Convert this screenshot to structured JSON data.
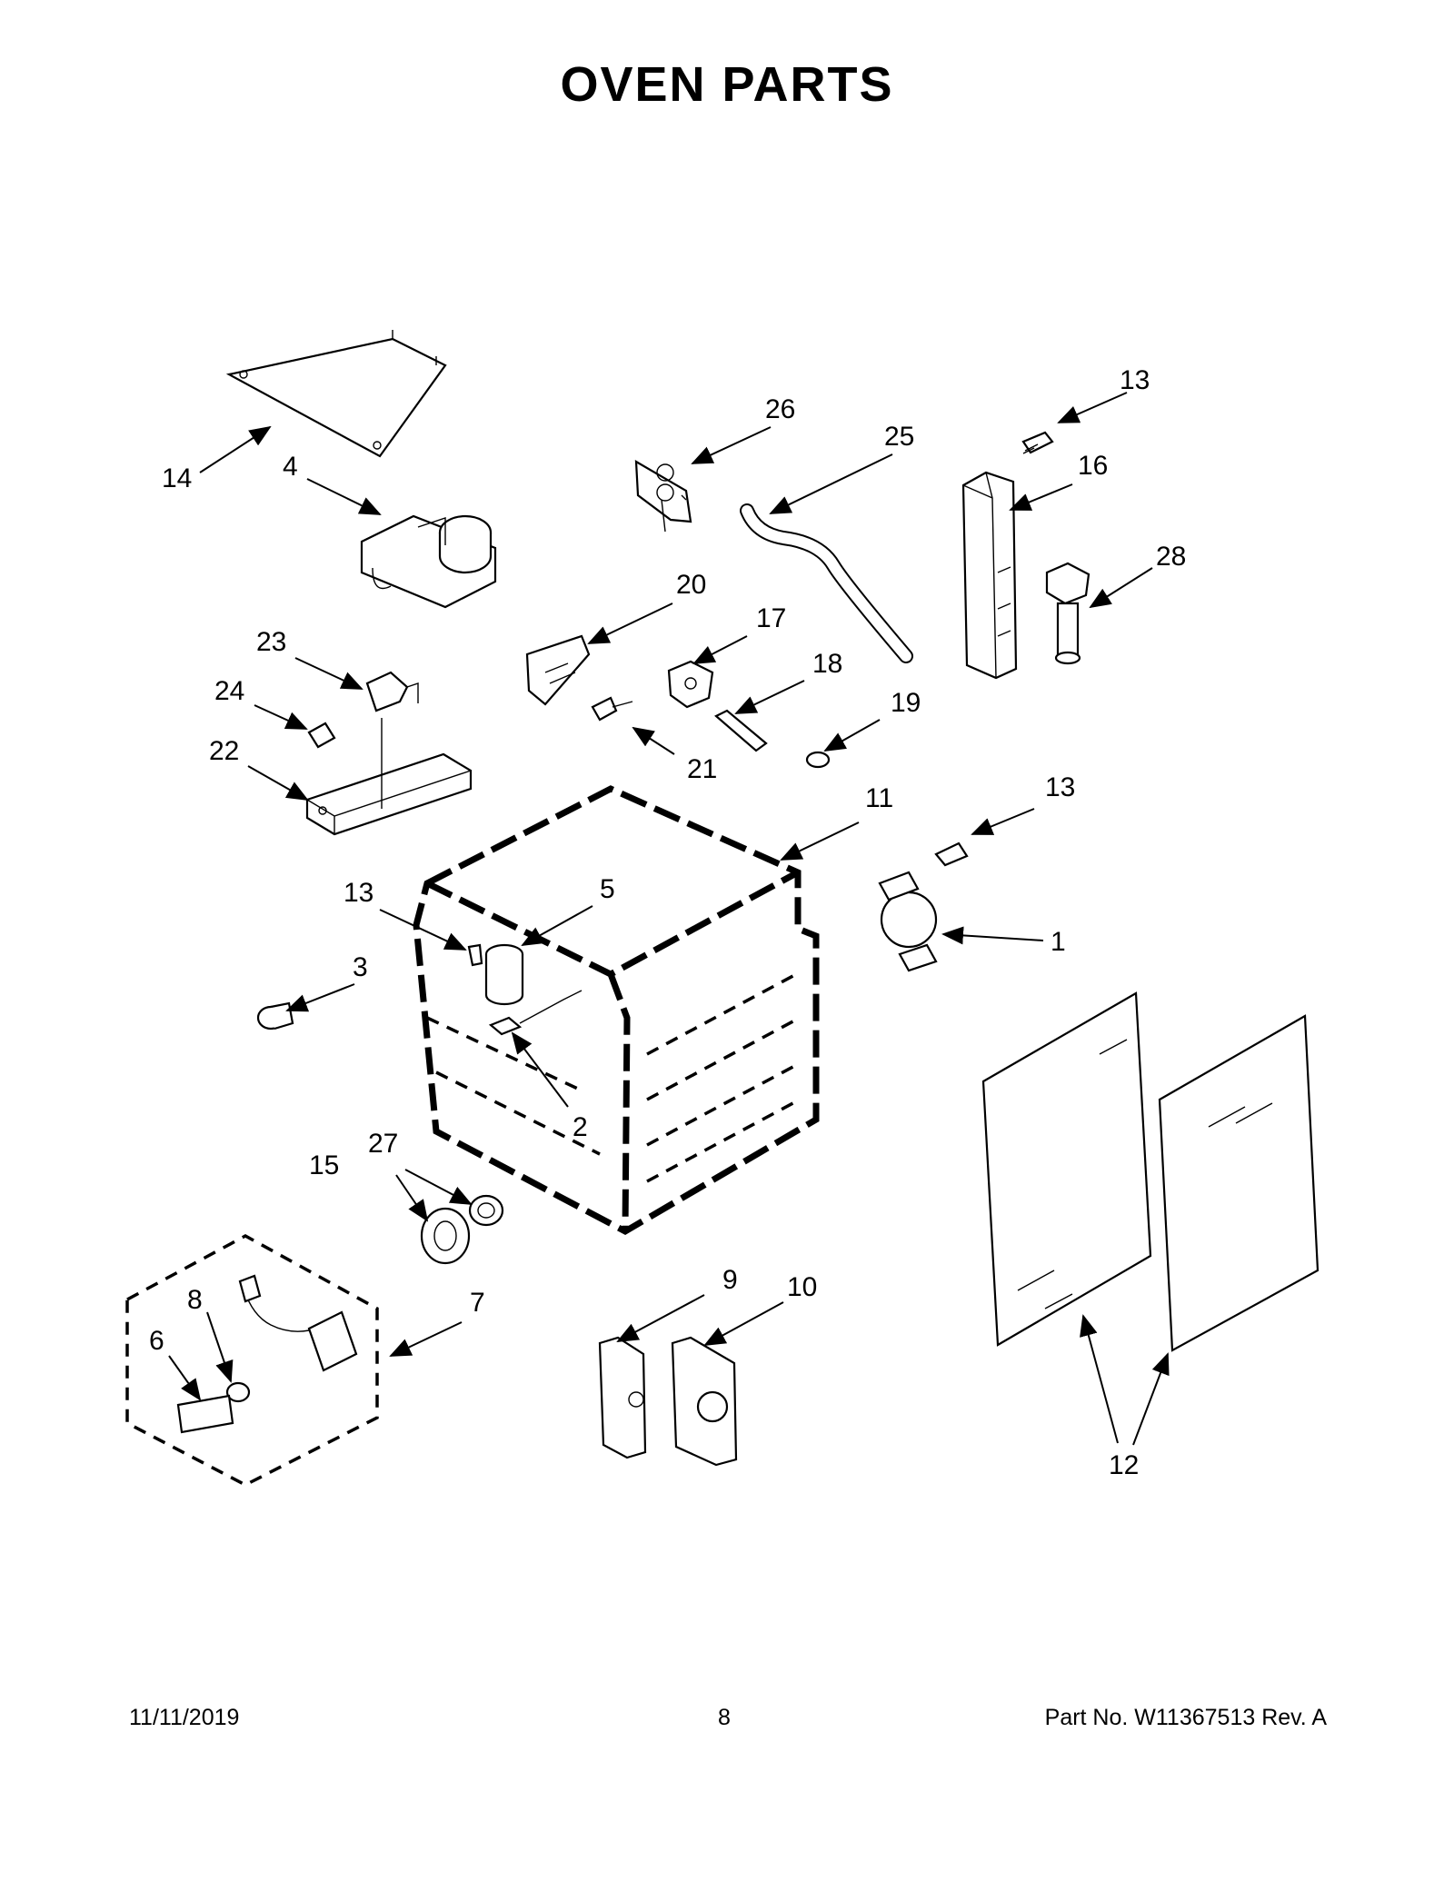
{
  "page": {
    "title": "OVEN PARTS",
    "footer": {
      "date": "11/11/2019",
      "page_number": "8",
      "part_number": "Part No.  W11367513  Rev.  A"
    }
  },
  "callouts": {
    "c1": "1",
    "c2": "2",
    "c3": "3",
    "c4": "4",
    "c5": "5",
    "c6": "6",
    "c7": "7",
    "c8": "8",
    "c9": "9",
    "c10": "10",
    "c11": "11",
    "c12": "12",
    "c13a": "13",
    "c13b": "13",
    "c13c": "13",
    "c14": "14",
    "c15": "15",
    "c16": "16",
    "c17": "17",
    "c18": "18",
    "c19": "19",
    "c20": "20",
    "c21": "21",
    "c22": "22",
    "c23": "23",
    "c24": "24",
    "c25": "25",
    "c26": "26",
    "c27": "27",
    "c28": "28"
  }
}
